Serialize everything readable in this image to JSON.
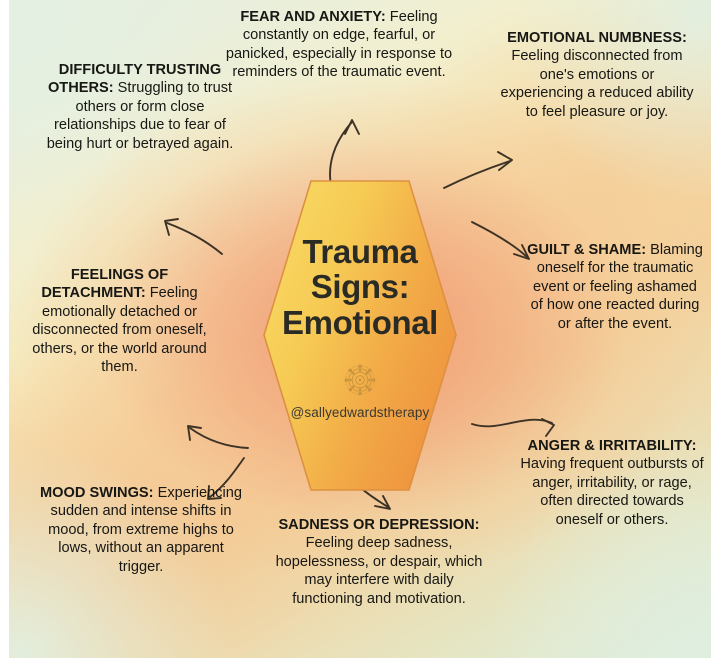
{
  "center": {
    "title": "Trauma\nSigns:\nEmotional",
    "handle": "@sallyedwardstherapy",
    "logo_icon": "mandala-icon",
    "fill_from": "#f6d04e",
    "fill_to": "#f0913f",
    "stroke": "#d98a3c"
  },
  "background": {
    "green": "#e4eee0",
    "yellow": "#f6dba6",
    "orange": "#f08c69"
  },
  "items": [
    {
      "id": "fear-and-anxiety",
      "title": "FEAR AND ANXIETY:",
      "body": " Feeling constantly on edge, fearful, or panicked, especially in response to reminders of the traumatic event."
    },
    {
      "id": "emotional-numbness",
      "title": "EMOTIONAL NUMBNESS:",
      "body": " Feeling disconnected from one's emotions or experiencing a reduced ability to feel pleasure or joy."
    },
    {
      "id": "guilt-and-shame",
      "title": "GUILT & SHAME:",
      "body": " Blaming oneself for the traumatic event or feeling ashamed of how one reacted during or after the event."
    },
    {
      "id": "anger-and-irritability",
      "title": "ANGER & IRRITABILITY:",
      "body": " Having frequent outbursts of anger, irritability, or rage, often directed towards oneself or others."
    },
    {
      "id": "sadness-or-depression",
      "title": "SADNESS OR DEPRESSION:",
      "body": " Feeling deep sadness, hopelessness, or despair, which may interfere with daily functioning and motivation."
    },
    {
      "id": "mood-swings",
      "title": "MOOD SWINGS:",
      "body": " Experiencing sudden and intense shifts in mood, from extreme highs to lows, without an apparent trigger."
    },
    {
      "id": "feelings-of-detachment",
      "title": "FEELINGS OF DETACHMENT:",
      "body": " Feeling emotionally detached or disconnected from oneself, others, or the world around them."
    },
    {
      "id": "difficulty-trusting-others",
      "title": "DIFFICULTY TRUSTING OTHERS:",
      "body": " Struggling to trust others or form close relationships due to fear of being hurt or betrayed again."
    }
  ]
}
